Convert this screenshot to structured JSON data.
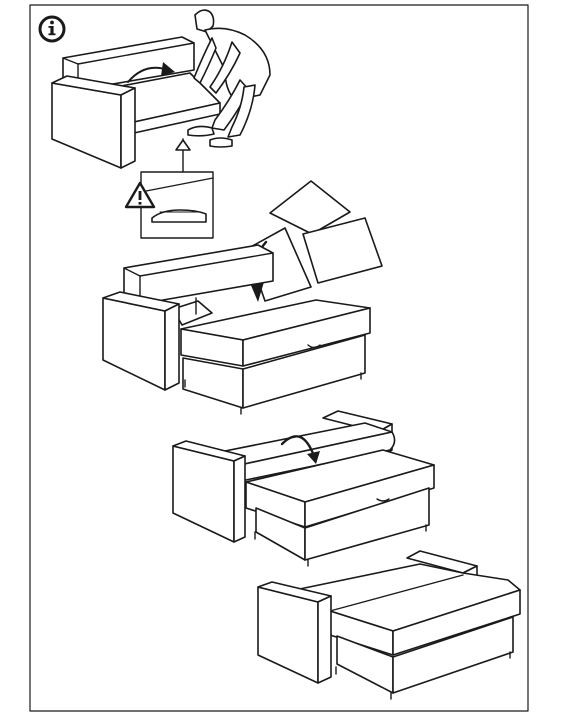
{
  "page": {
    "info_icon": "info-icon",
    "warning_icon": "warning-triangle-icon"
  },
  "colors": {
    "ink": "#1a1a1a",
    "paper": "#ffffff"
  },
  "steps": [
    {
      "id": "step-1",
      "description_icon": "pull-seat-forward"
    },
    {
      "id": "step-2",
      "description_icon": "remove-cushions"
    },
    {
      "id": "step-3",
      "description_icon": "fold-backrest-down"
    },
    {
      "id": "step-4",
      "description_icon": "bed-unfolded"
    }
  ]
}
